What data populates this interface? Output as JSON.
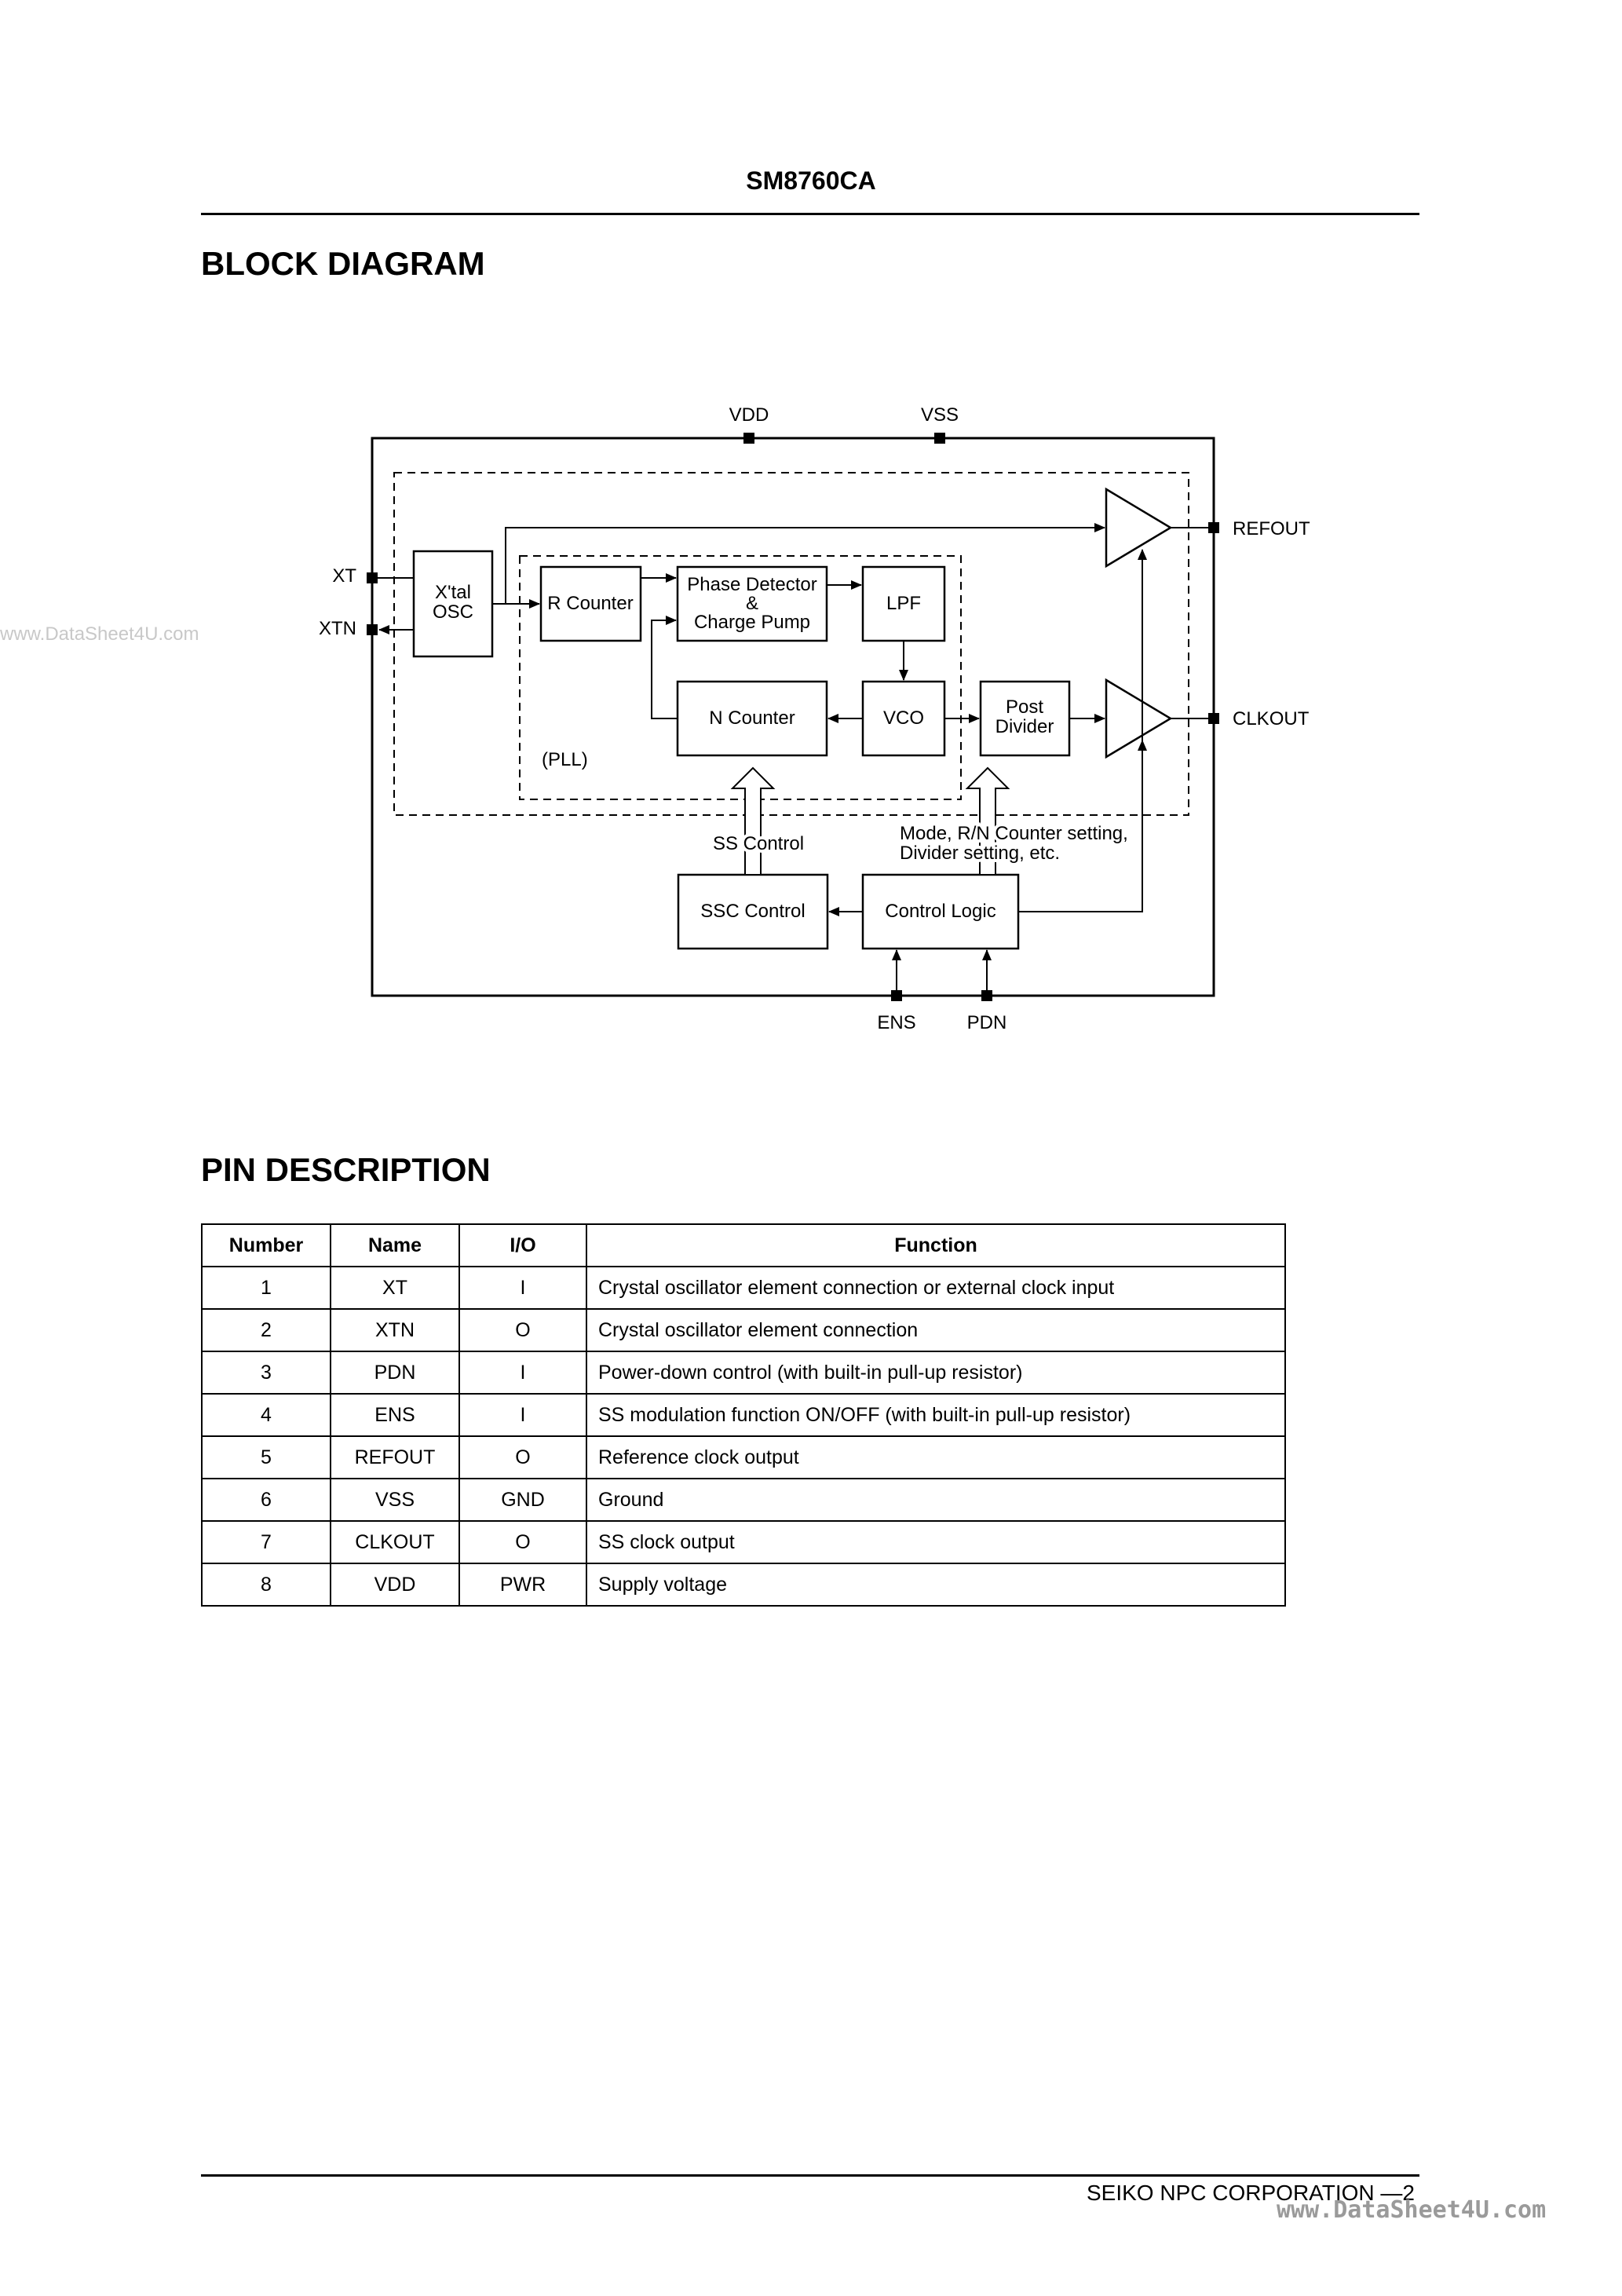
{
  "header": {
    "part_number": "SM8760CA"
  },
  "block_diagram": {
    "heading": "BLOCK DIAGRAM",
    "pins": {
      "vdd": "VDD",
      "vss": "VSS",
      "xt": "XT",
      "xtn": "XTN",
      "refout": "REFOUT",
      "clkout": "CLKOUT",
      "ens": "ENS",
      "pdn": "PDN"
    },
    "blocks": {
      "xtal_osc": [
        "X'tal",
        "OSC"
      ],
      "r_counter": "R Counter",
      "phase_detector": [
        "Phase Detector",
        "&",
        "Charge Pump"
      ],
      "lpf": "LPF",
      "n_counter": "N Counter",
      "vco": "VCO",
      "post_divider": [
        "Post",
        "Divider"
      ],
      "ssc_control": "SSC Control",
      "control_logic": "Control Logic"
    },
    "labels": {
      "pll": "(PLL)",
      "ss_control": "SS Control",
      "mode_settings": [
        "Mode, R/N Counter setting,",
        "Divider setting, etc."
      ]
    }
  },
  "pin_description": {
    "heading": "PIN DESCRIPTION",
    "columns": [
      "Number",
      "Name",
      "I/O",
      "Function"
    ],
    "rows": [
      [
        "1",
        "XT",
        "I",
        "Crystal oscillator element connection or external clock input"
      ],
      [
        "2",
        "XTN",
        "O",
        "Crystal oscillator element connection"
      ],
      [
        "3",
        "PDN",
        "I",
        "Power-down control (with built-in pull-up resistor)"
      ],
      [
        "4",
        "ENS",
        "I",
        "SS modulation function ON/OFF (with built-in pull-up resistor)"
      ],
      [
        "5",
        "REFOUT",
        "O",
        "Reference clock output"
      ],
      [
        "6",
        "VSS",
        "GND",
        "Ground"
      ],
      [
        "7",
        "CLKOUT",
        "O",
        "SS clock output"
      ],
      [
        "8",
        "VDD",
        "PWR",
        "Supply voltage"
      ]
    ]
  },
  "watermark_left": "www.DataSheet4U.com",
  "footer": {
    "company": "SEIKO NPC CORPORATION —2",
    "watermark": "www.DataSheet4U.com"
  }
}
